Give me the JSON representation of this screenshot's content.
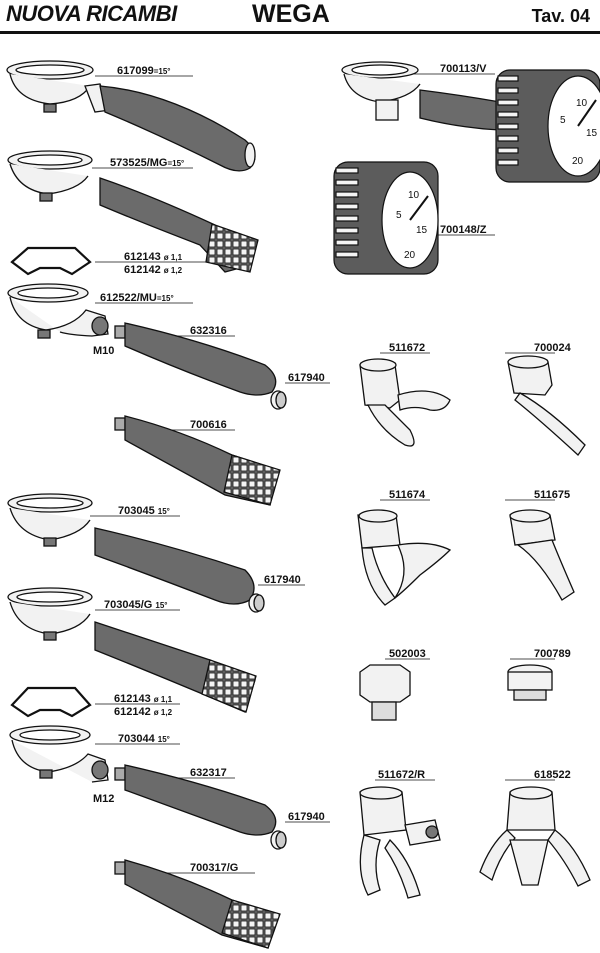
{
  "header": {
    "brand": "NUOVA RICAMBI",
    "title": "WEGA",
    "plate": "Tav. 04"
  },
  "parts": [
    {
      "code": "617099",
      "suffix": "=15°"
    },
    {
      "code": "573525/MG",
      "suffix": "=15°"
    },
    {
      "code": "612143",
      "suffix": "ø 1,1"
    },
    {
      "code": "612142",
      "suffix": "ø 1,2"
    },
    {
      "code": "612522/MU",
      "suffix": "=15°"
    },
    {
      "code": "632316",
      "suffix": ""
    },
    {
      "code": "617940",
      "suffix": ""
    },
    {
      "code": "700616",
      "suffix": ""
    },
    {
      "code": "703045",
      "suffix": "15°"
    },
    {
      "code": "617940",
      "suffix": ""
    },
    {
      "code": "703045/G",
      "suffix": "15°"
    },
    {
      "code": "612143",
      "suffix": "ø 1,1"
    },
    {
      "code": "612142",
      "suffix": "ø 1,2"
    },
    {
      "code": "703044",
      "suffix": "15°"
    },
    {
      "code": "632317",
      "suffix": ""
    },
    {
      "code": "617940",
      "suffix": ""
    },
    {
      "code": "700317/G",
      "suffix": ""
    },
    {
      "code": "700113/V",
      "suffix": ""
    },
    {
      "code": "700148/Z",
      "suffix": ""
    },
    {
      "code": "511672",
      "suffix": ""
    },
    {
      "code": "700024",
      "suffix": ""
    },
    {
      "code": "511674",
      "suffix": ""
    },
    {
      "code": "511675",
      "suffix": ""
    },
    {
      "code": "502003",
      "suffix": ""
    },
    {
      "code": "700789",
      "suffix": ""
    },
    {
      "code": "511672/R",
      "suffix": ""
    },
    {
      "code": "618522",
      "suffix": ""
    }
  ],
  "threads": [
    "M10",
    "M12"
  ],
  "dial_numbers": [
    "5",
    "10",
    "15",
    "20"
  ],
  "colors": {
    "ink": "#111111",
    "handle": "#6b6b6b",
    "metal": "#f2f2f2"
  }
}
